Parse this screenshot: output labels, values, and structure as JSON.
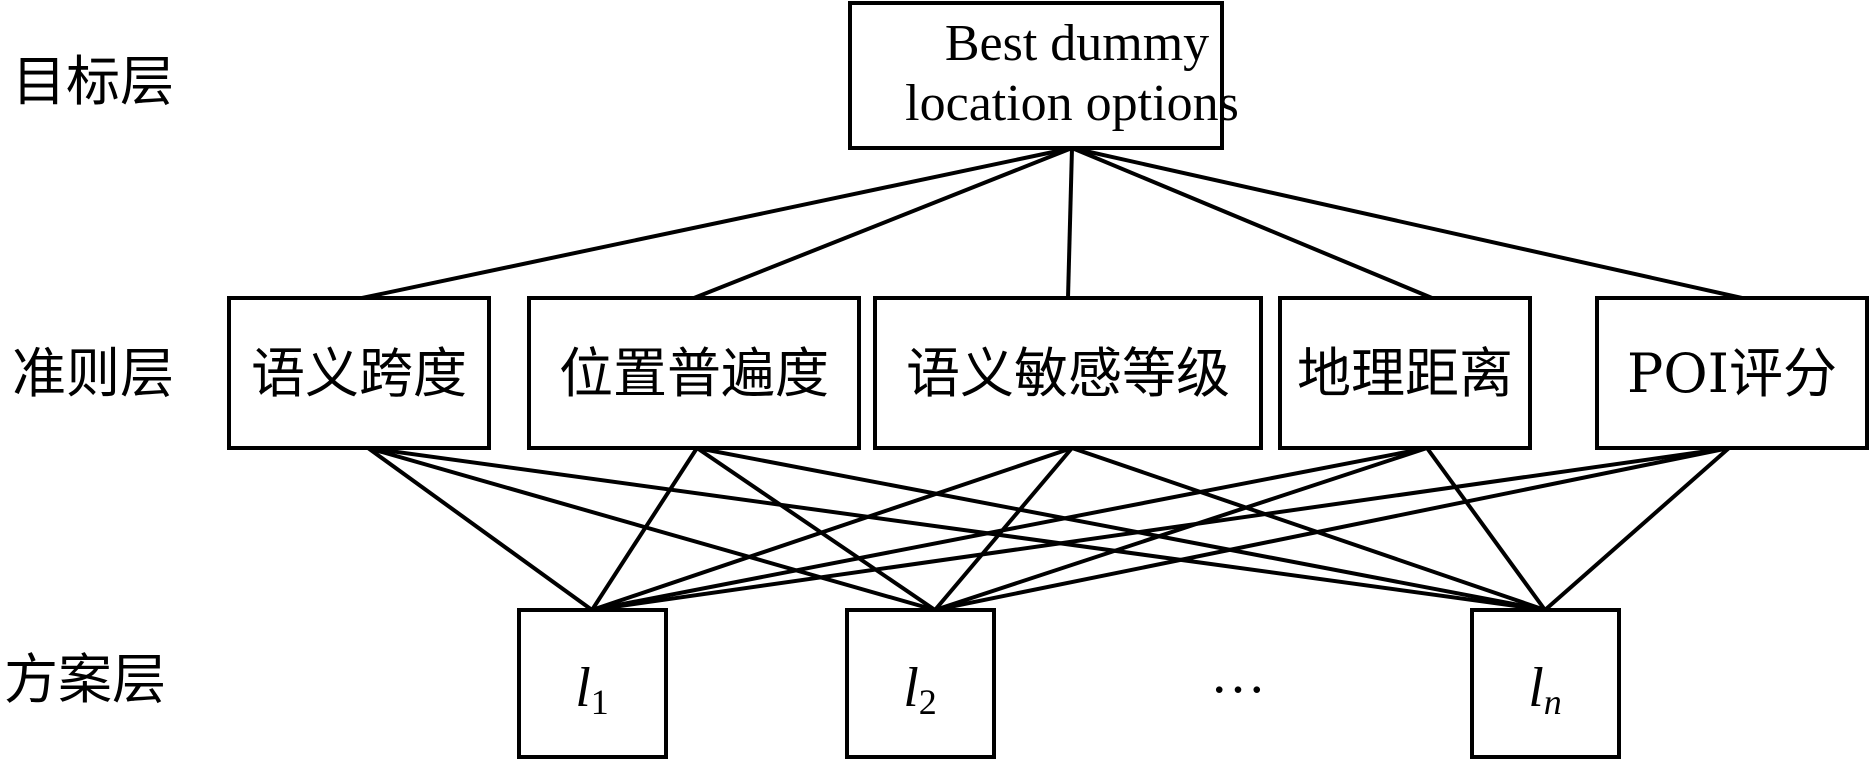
{
  "layers": {
    "goal": "目标层",
    "criteria": "准则层",
    "alternatives": "方案层"
  },
  "goal": {
    "line1": "Best dummy",
    "line2": "location options"
  },
  "criteria": [
    "语义跨度",
    "位置普遍度",
    "语义敏感等级",
    "地理距离",
    "POI评分"
  ],
  "alternatives": [
    {
      "base": "l",
      "sub": "1"
    },
    {
      "base": "l",
      "sub": "2"
    },
    {
      "base": "l",
      "sub": "n"
    }
  ],
  "ellipsis": "…"
}
